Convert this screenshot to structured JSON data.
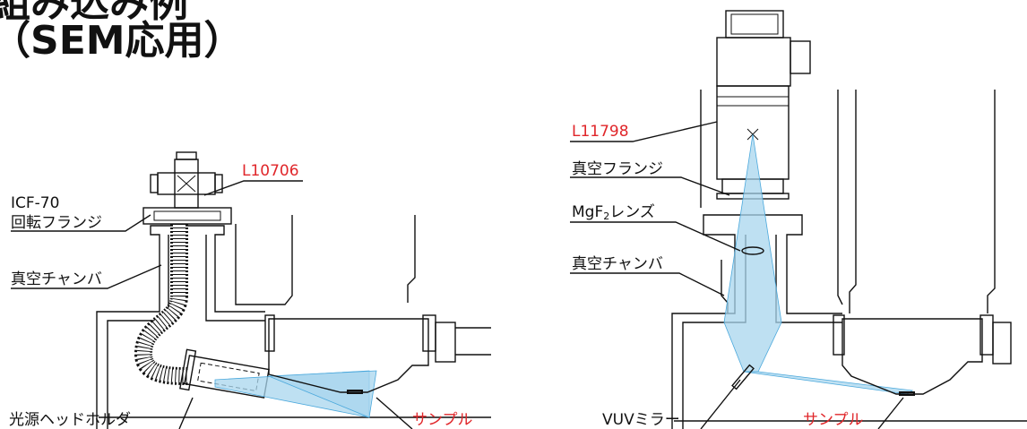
{
  "heading": {
    "line1": "組み込み例",
    "line2": "（SEM応用）"
  },
  "left_diagram": {
    "labels": {
      "product": "L10706",
      "flange_line1": "ICF-70",
      "flange_line2": "回転フランジ",
      "chamber": "真空チャンバ",
      "head_holder": "光源ヘッドホルダ",
      "sample": "サンプル"
    }
  },
  "right_diagram": {
    "labels": {
      "product": "L11798",
      "vacuum_flange": "真空フランジ",
      "lens_main": "MgF",
      "lens_sub": "2",
      "lens_rest": "レンズ",
      "chamber": "真空チャンバ",
      "mirror": "VUVミラー",
      "sample": "サンプル"
    }
  },
  "colors": {
    "accent": "#e0262a",
    "beam": "#a8d6ee",
    "line": "#111111"
  }
}
